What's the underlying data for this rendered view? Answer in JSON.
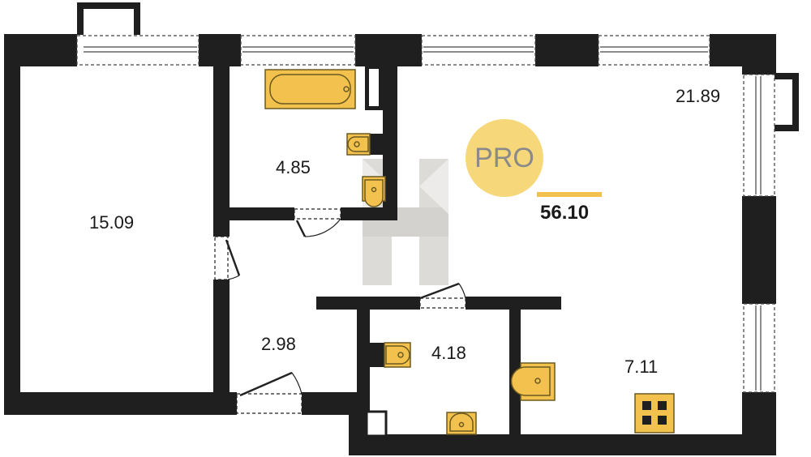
{
  "floorplan": {
    "total_area": "56.10",
    "badge": "PRO",
    "rooms": [
      {
        "id": "bedroom",
        "area": "15.09"
      },
      {
        "id": "bathroom",
        "area": "4.85"
      },
      {
        "id": "living-room",
        "area": "21.89"
      },
      {
        "id": "hallway",
        "area": "2.98"
      },
      {
        "id": "toilet",
        "area": "4.18"
      },
      {
        "id": "kitchen",
        "area": "7.11"
      }
    ]
  },
  "colors": {
    "wall": "#1f1f1f",
    "fixture": "#f2c14e",
    "fixture_outline": "#6b5a20",
    "badge": "#f6d77a",
    "watermark": "#b5b0aa"
  },
  "icons": [
    "bathtub-icon",
    "toilet-icon",
    "sink-icon",
    "stove-icon",
    "door-icon",
    "window-icon"
  ]
}
